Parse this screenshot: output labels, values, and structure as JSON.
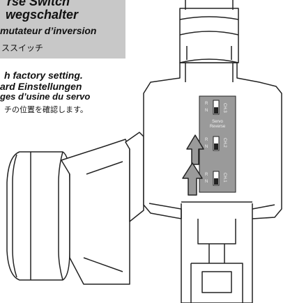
{
  "header": {
    "lines": [
      "rse Switch",
      "wegschalter",
      "mutateur d’inversion",
      "ススイッチ"
    ]
  },
  "notes": {
    "lines": [
      "h factory setting.",
      "ard Einstellungen",
      "ges d’usine du servo",
      "チの位置を確認します。"
    ]
  },
  "panel": {
    "title_line1": "Servo",
    "title_line2": "Reverse",
    "channels": [
      {
        "label": "CH.3",
        "r": "R",
        "n": "N"
      },
      {
        "label": "CH.2",
        "r": "R",
        "n": "N"
      },
      {
        "label": "CH.1",
        "r": "R",
        "n": "N"
      }
    ]
  },
  "colors": {
    "header_bg": "#c8c8c8",
    "panel_bg": "#9a9a9a",
    "arrow_fill": "#9a9a9a"
  }
}
